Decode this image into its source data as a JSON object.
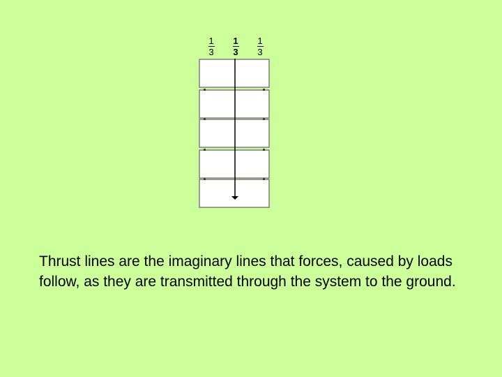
{
  "fractions": [
    {
      "numerator": "1",
      "denominator": "3"
    },
    {
      "numerator": "1",
      "denominator": "3"
    },
    {
      "numerator": "1",
      "denominator": "3"
    }
  ],
  "block_count": 5,
  "colors": {
    "background": "#CCFF99",
    "block_fill": "#FFFFFF",
    "block_stroke": "#7F7F7F",
    "thrust_line": "#000000"
  },
  "caption": "Thrust lines are the imaginary lines that forces, caused by loads follow, as they are transmitted through the system to the ground."
}
